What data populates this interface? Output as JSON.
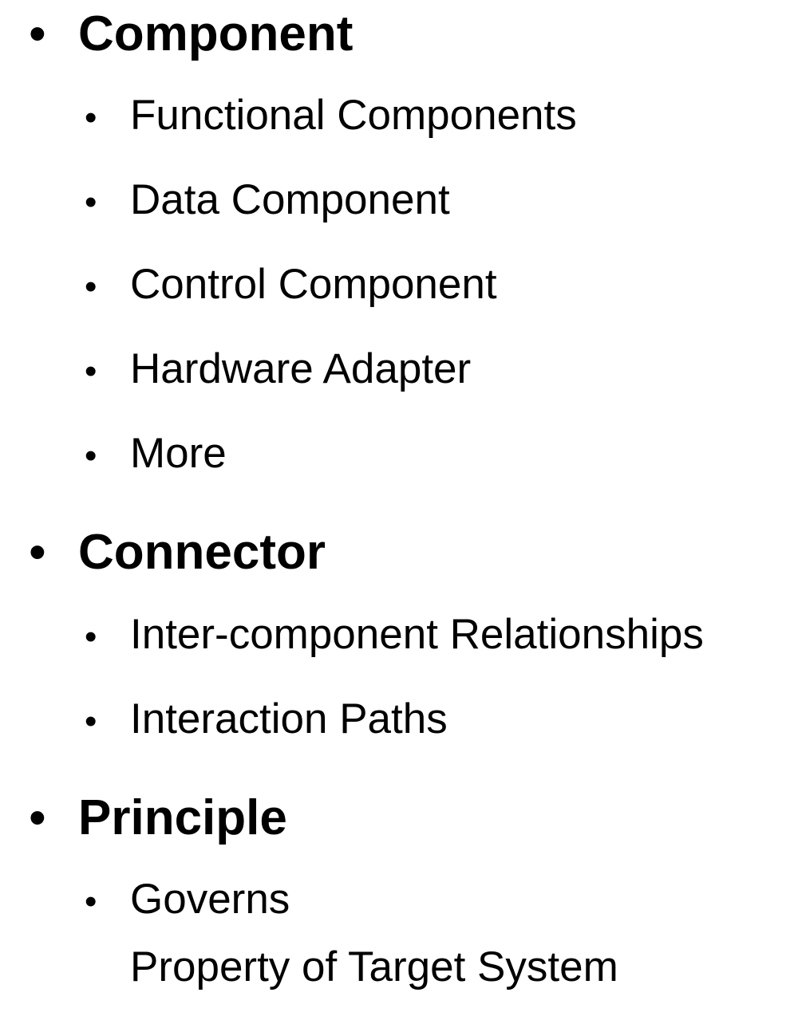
{
  "bullet": "•",
  "colors": {
    "background": "#ffffff",
    "text": "#000000"
  },
  "sections": [
    {
      "title": "Component",
      "items": [
        {
          "lines": [
            "Functional Components"
          ]
        },
        {
          "lines": [
            "Data Component"
          ]
        },
        {
          "lines": [
            "Control Component"
          ]
        },
        {
          "lines": [
            "Hardware Adapter"
          ]
        },
        {
          "lines": [
            "More"
          ]
        }
      ]
    },
    {
      "title": "Connector",
      "items": [
        {
          "lines": [
            "Inter-component Relationships"
          ]
        },
        {
          "lines": [
            "Interaction Paths"
          ]
        }
      ]
    },
    {
      "title": "Principle",
      "items": [
        {
          "lines": [
            "Governs",
            "Property of Target System"
          ]
        }
      ]
    }
  ]
}
